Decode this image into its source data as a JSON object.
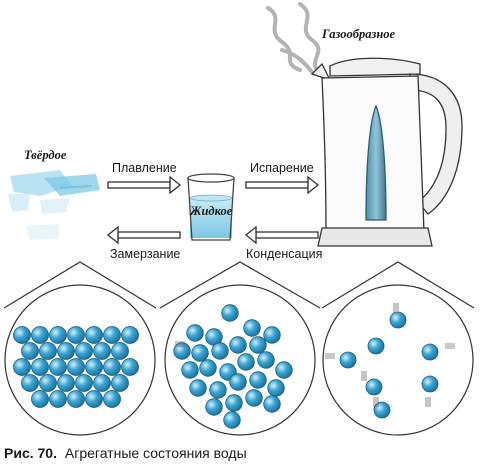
{
  "states": {
    "solid": "Твёрдое",
    "liquid": "Жидкое",
    "gas": "Газообразное"
  },
  "processes": {
    "melting": "Плавление",
    "freezing": "Замерзание",
    "evaporation": "Испарение",
    "condensation": "Конденсация"
  },
  "caption": {
    "number": "Рис. 70.",
    "text": "Агрегатные состояния воды"
  },
  "colors": {
    "molecule": "#3aa6d6",
    "water": "#9fd6ea",
    "ice": "#a8dcf0",
    "outline": "#333333"
  },
  "icons": [
    "kettle-icon",
    "glass-icon",
    "ice-icon",
    "steam-icon"
  ]
}
